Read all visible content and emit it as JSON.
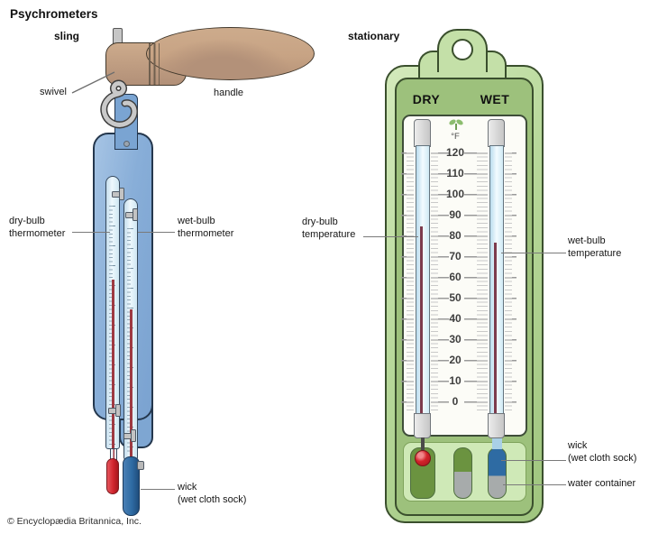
{
  "title": "Psychrometers",
  "copyright": "© Encyclopædia Britannica, Inc.",
  "sling": {
    "heading": "sling",
    "labels": {
      "swivel": "swivel",
      "handle": "handle",
      "dry_bulb_thermometer": "dry-bulb\nthermometer",
      "wet_bulb_thermometer": "wet-bulb\nthermometer",
      "wick": "wick\n(wet cloth sock)"
    }
  },
  "stationary": {
    "heading": "stationary",
    "columns": {
      "dry": "DRY",
      "wet": "WET"
    },
    "scale": {
      "unit": "°F",
      "values": [
        120,
        110,
        100,
        90,
        80,
        70,
        60,
        50,
        40,
        30,
        20,
        10,
        0
      ],
      "min": 0,
      "max": 120,
      "minor_step": 2,
      "major_step": 10
    },
    "readings": {
      "dry_f": 85,
      "wet_f": 77
    },
    "labels": {
      "dry_bulb_temperature": "dry-bulb\ntemperature",
      "wet_bulb_temperature": "wet-bulb\ntemperature",
      "wick": "wick\n(wet cloth sock)",
      "water_container": "water container"
    }
  },
  "icons": {
    "plant_sprout": "plant-sprout-icon",
    "swivel_hook": "swivel-hook-icon"
  },
  "colors": {
    "handle_tan": "#c7a687",
    "sling_body_blue": "#88aed8",
    "mercury_red": "#9e3a42",
    "bulb_red": "#d2252e",
    "wick_blue": "#2e6ba3",
    "device_green": "#b7d89a",
    "band_green": "#9dc17c",
    "slot_green": "#6b9340",
    "water_gray": "#a7abab",
    "face_white": "#fcfcf7"
  }
}
